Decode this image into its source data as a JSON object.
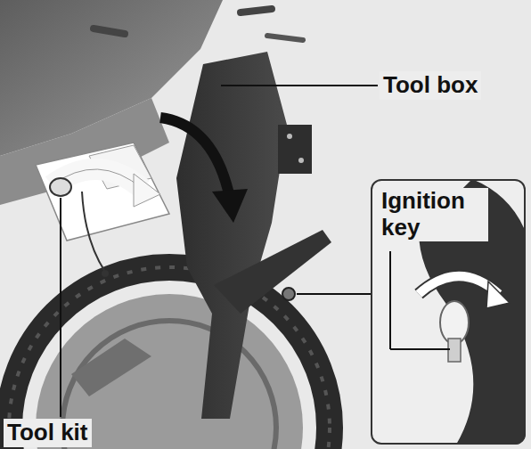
{
  "diagram": {
    "nodes": [
      {
        "text": [
          "Ignition key"
        ]
      }
    ],
    "labels": [
      "Tool box",
      "Tool kit"
    ]
  }
}
